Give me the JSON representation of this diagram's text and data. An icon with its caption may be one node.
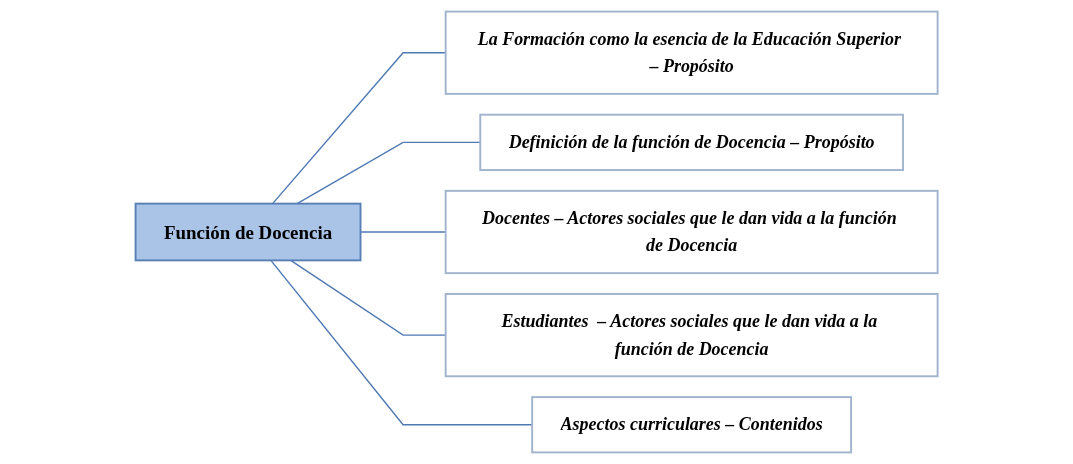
{
  "diagram": {
    "nodes": [
      {
        "text": [
          "Función de Docencia"
        ]
      },
      {
        "text": [
          "La Formación como la esencia de la Educación Superior – Propósito"
        ]
      },
      {
        "text": [
          "Definición de la función de Docencia – Propósito"
        ]
      },
      {
        "text": [
          "Docentes – Actores sociales que le dan vida a la función de Docencia"
        ]
      },
      {
        "text": [
          "Estudiantes  – Actores sociales que le dan vida a la función de Docencia"
        ]
      },
      {
        "text": [
          "Aspectos curriculares – Contenidos"
        ]
      }
    ],
    "edges": [
      {
        "from": 0,
        "to": 1,
        "arrow": "none"
      },
      {
        "from": 0,
        "to": 2,
        "arrow": "none"
      },
      {
        "from": 0,
        "to": 3,
        "arrow": "none"
      },
      {
        "from": 0,
        "to": 4,
        "arrow": "none"
      },
      {
        "from": 0,
        "to": 5,
        "arrow": "none"
      }
    ]
  }
}
